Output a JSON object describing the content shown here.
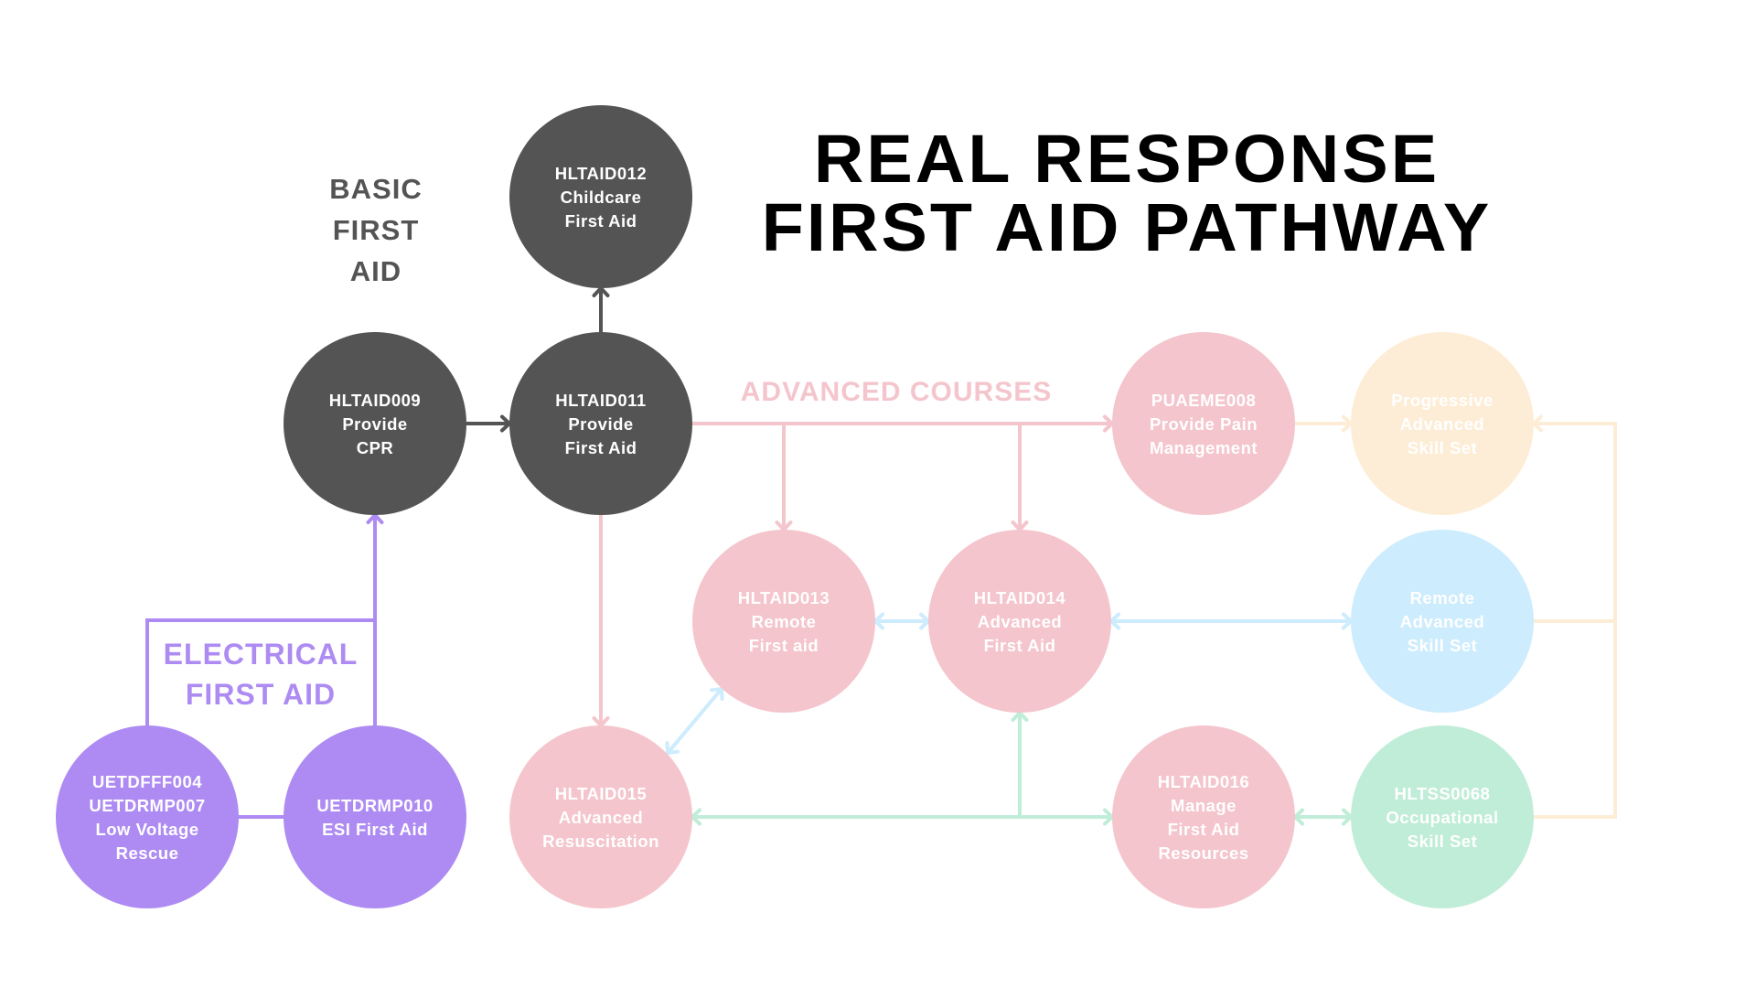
{
  "title": {
    "line1": "REAL RESPONSE",
    "line2": "FIRST AID PATHWAY"
  },
  "sections": {
    "basic": {
      "lines": [
        "BASIC",
        "FIRST",
        "AID"
      ],
      "color": "#545454"
    },
    "electrical": {
      "lines": [
        "ELECTRICAL",
        "FIRST AID"
      ],
      "color": "#ae8bf2"
    },
    "advanced": {
      "label": "ADVANCED COURSES",
      "color": "#f4c5cc"
    }
  },
  "colors": {
    "dark": "#545454",
    "purple": "#ae8bf2",
    "pink": "#f4c5cc",
    "peach": "#feedd6",
    "blue": "#cdecfd",
    "green": "#c0edd8",
    "node_text": "#ffffff"
  },
  "nodes": [
    {
      "id": "hltaid012",
      "group": "basic",
      "color": "dark",
      "lines": [
        "HLTAID012",
        "Childcare",
        "First Aid"
      ]
    },
    {
      "id": "hltaid009",
      "group": "basic",
      "color": "dark",
      "lines": [
        "HLTAID009",
        "Provide",
        "CPR"
      ]
    },
    {
      "id": "hltaid011",
      "group": "basic",
      "color": "dark",
      "lines": [
        "HLTAID011",
        "Provide",
        "First Aid"
      ]
    },
    {
      "id": "uetdfff004",
      "group": "electrical",
      "color": "purple",
      "lines": [
        "UETDFFF004",
        "UETDRMP007",
        "Low Voltage",
        "Rescue"
      ]
    },
    {
      "id": "uetdrmp010",
      "group": "electrical",
      "color": "purple",
      "lines": [
        "UETDRMP010",
        "ESI First Aid"
      ]
    },
    {
      "id": "puaeme008",
      "group": "advanced",
      "color": "pink",
      "lines": [
        "PUAEME008",
        "Provide Pain",
        "Management"
      ]
    },
    {
      "id": "progressive",
      "group": "advanced",
      "color": "peach",
      "lines": [
        "Progressive",
        "Advanced",
        "Skill Set"
      ]
    },
    {
      "id": "hltaid013",
      "group": "advanced",
      "color": "pink",
      "lines": [
        "HLTAID013",
        "Remote",
        "First aid"
      ]
    },
    {
      "id": "hltaid014",
      "group": "advanced",
      "color": "pink",
      "lines": [
        "HLTAID014",
        "Advanced",
        "First Aid"
      ]
    },
    {
      "id": "remote-advanced",
      "group": "advanced",
      "color": "blue",
      "lines": [
        "Remote",
        "Advanced",
        "Skill Set"
      ]
    },
    {
      "id": "hltaid015",
      "group": "advanced",
      "color": "pink",
      "lines": [
        "HLTAID015",
        "Advanced",
        "Resuscitation"
      ]
    },
    {
      "id": "hltaid016",
      "group": "advanced",
      "color": "pink",
      "lines": [
        "HLTAID016",
        "Manage",
        "First Aid",
        "Resources"
      ]
    },
    {
      "id": "hltss0068",
      "group": "advanced",
      "color": "green",
      "lines": [
        "HLTSS0068",
        "Occupational",
        "Skill Set"
      ]
    }
  ],
  "connections": [
    {
      "from": "hltaid009",
      "to": "hltaid011",
      "color": "dark",
      "arrow": "end"
    },
    {
      "from": "hltaid011",
      "to": "hltaid012",
      "color": "dark",
      "arrow": "end"
    },
    {
      "from": "uetdfff004",
      "to": "hltaid009",
      "color": "purple",
      "arrow": "end"
    },
    {
      "from": "uetdrmp010",
      "to": "hltaid009",
      "color": "purple",
      "arrow": "end"
    },
    {
      "from": "uetdfff004",
      "to": "uetdrmp010",
      "color": "purple",
      "arrow": "none"
    },
    {
      "from": "hltaid011",
      "to": "puaeme008",
      "color": "pink",
      "arrow": "end"
    },
    {
      "from": "hltaid011",
      "to": "hltaid013",
      "color": "pink",
      "arrow": "end"
    },
    {
      "from": "hltaid011",
      "to": "hltaid014",
      "color": "pink",
      "arrow": "end"
    },
    {
      "from": "hltaid011",
      "to": "hltaid015",
      "color": "pink",
      "arrow": "end"
    },
    {
      "from": "puaeme008",
      "to": "progressive",
      "color": "peach",
      "arrow": "end"
    },
    {
      "from": "hltaid013",
      "to": "hltaid014",
      "color": "blue",
      "arrow": "both"
    },
    {
      "from": "hltaid014",
      "to": "remote-advanced",
      "color": "blue",
      "arrow": "both"
    },
    {
      "from": "hltaid015",
      "to": "hltaid013",
      "color": "blue",
      "arrow": "both"
    },
    {
      "from": "hltaid015",
      "to": "hltaid016",
      "color": "green",
      "arrow": "both"
    },
    {
      "from": "hltaid015",
      "to": "hltaid014",
      "color": "green",
      "arrow": "end"
    },
    {
      "from": "hltaid016",
      "to": "hltss0068",
      "color": "green",
      "arrow": "both"
    },
    {
      "from": "remote-advanced",
      "to": "progressive",
      "color": "peach",
      "arrow": "end"
    },
    {
      "from": "hltss0068",
      "to": "progressive",
      "color": "peach",
      "arrow": "end"
    }
  ]
}
